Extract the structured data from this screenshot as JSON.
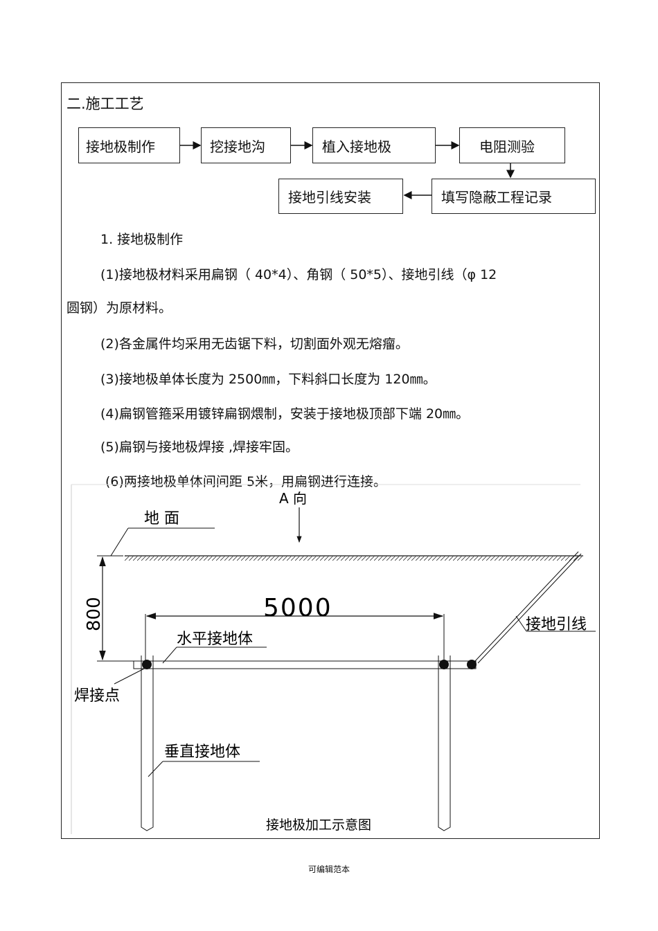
{
  "section_heading": "二.施工工艺",
  "flow_steps": {
    "step1": "接地极制作",
    "step2": "挖接地沟",
    "step3": "植入接地极",
    "step4": "电阻测验",
    "step5": "填写隐蔽工程记录",
    "step6": "接地引线安装"
  },
  "subsection_title": "1. 接地极制作",
  "items": {
    "item1_line1": "(1)接地极材料采用扁钢（   40*4）、角钢（ 50*5）、接地引线（φ   12",
    "item1_line2": "圆钢）为原材料。",
    "item2": "(2)各金属件均采用无齿锯下料，切割面外观无熔瘤。",
    "item3": "(3)接地极单体长度为   2500㎜，下料斜口长度为   120㎜。",
    "item4": "(4)扁钢管箍采用镀锌扁钢煨制，安装于接地极顶部下端        20㎜。",
    "item5": "(5)扁钢与接地极焊接   ,焊接牢固。",
    "item6": "(6)两接地极单体间间距   5米，用扁钢进行连接。"
  },
  "diagram": {
    "direction_label": "A  向",
    "ground_label": "地    面",
    "depth_label": "800",
    "spacing_label": "5000",
    "horizontal_label": "水平接地体",
    "lead_label": "接地引线",
    "weld_label": "焊接点",
    "vertical_label": "垂直接地体",
    "caption": "接地极加工示意图"
  },
  "footer": "可编辑范本"
}
